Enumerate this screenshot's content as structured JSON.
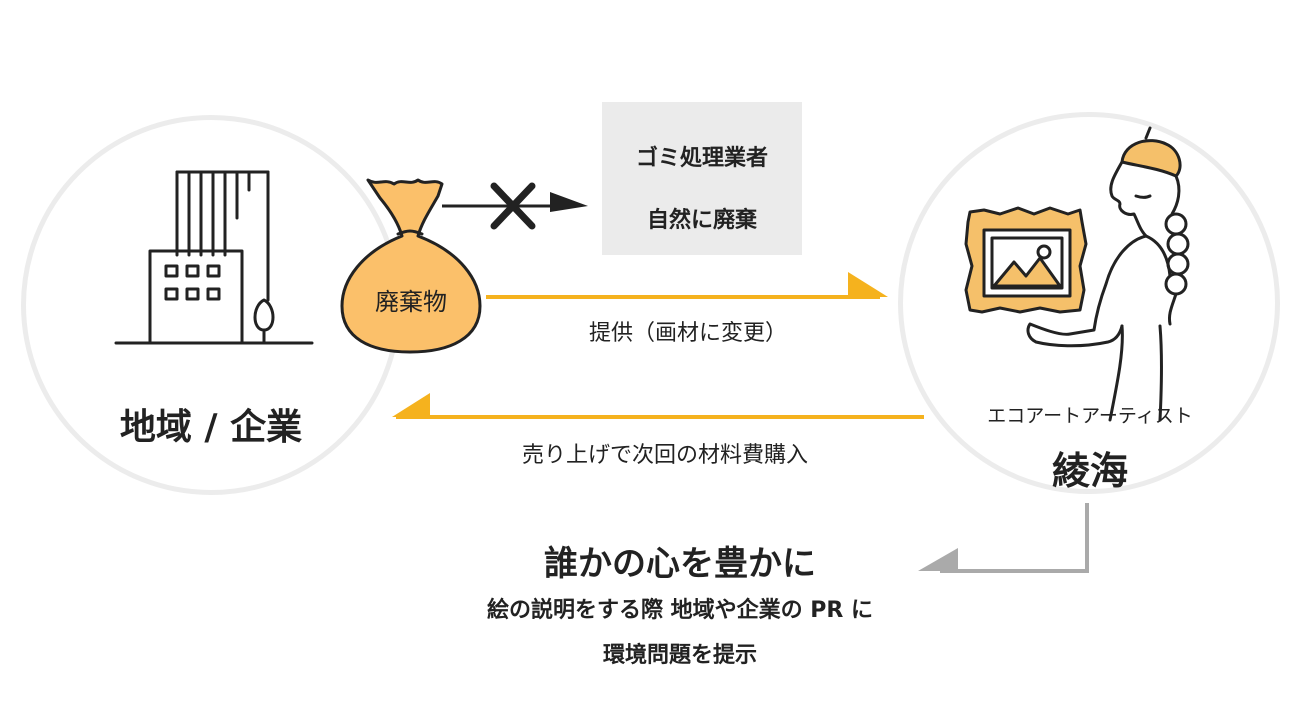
{
  "left_node": {
    "label": "地域 / 企業"
  },
  "waste_bag": {
    "label": "廃棄物"
  },
  "disposal_box": {
    "line1": "ゴミ処理業者",
    "line2": "自然に廃棄"
  },
  "provide_arrow": {
    "label": "提供（画材に変更）"
  },
  "return_arrow": {
    "label": "売り上げで次回の材料費購入"
  },
  "right_node": {
    "role": "エコアートアーティスト",
    "name": "綾海"
  },
  "outcome": {
    "headline": "誰かの心を豊かに",
    "line1": "絵の説明をする際 地域や企業の PR に",
    "line2": "環境問題を提示"
  },
  "colors": {
    "accent": "#f5b21e",
    "bag_fill": "#fbc06a",
    "beret": "#f5c06a",
    "frame": "#f5c06a",
    "gray_arrow": "#aaaaaa",
    "circle_border": "#ececec",
    "box_fill": "#ebebeb"
  },
  "icons": [
    "building-icon",
    "trash-bag-icon",
    "cross-icon",
    "artist-illustration"
  ]
}
